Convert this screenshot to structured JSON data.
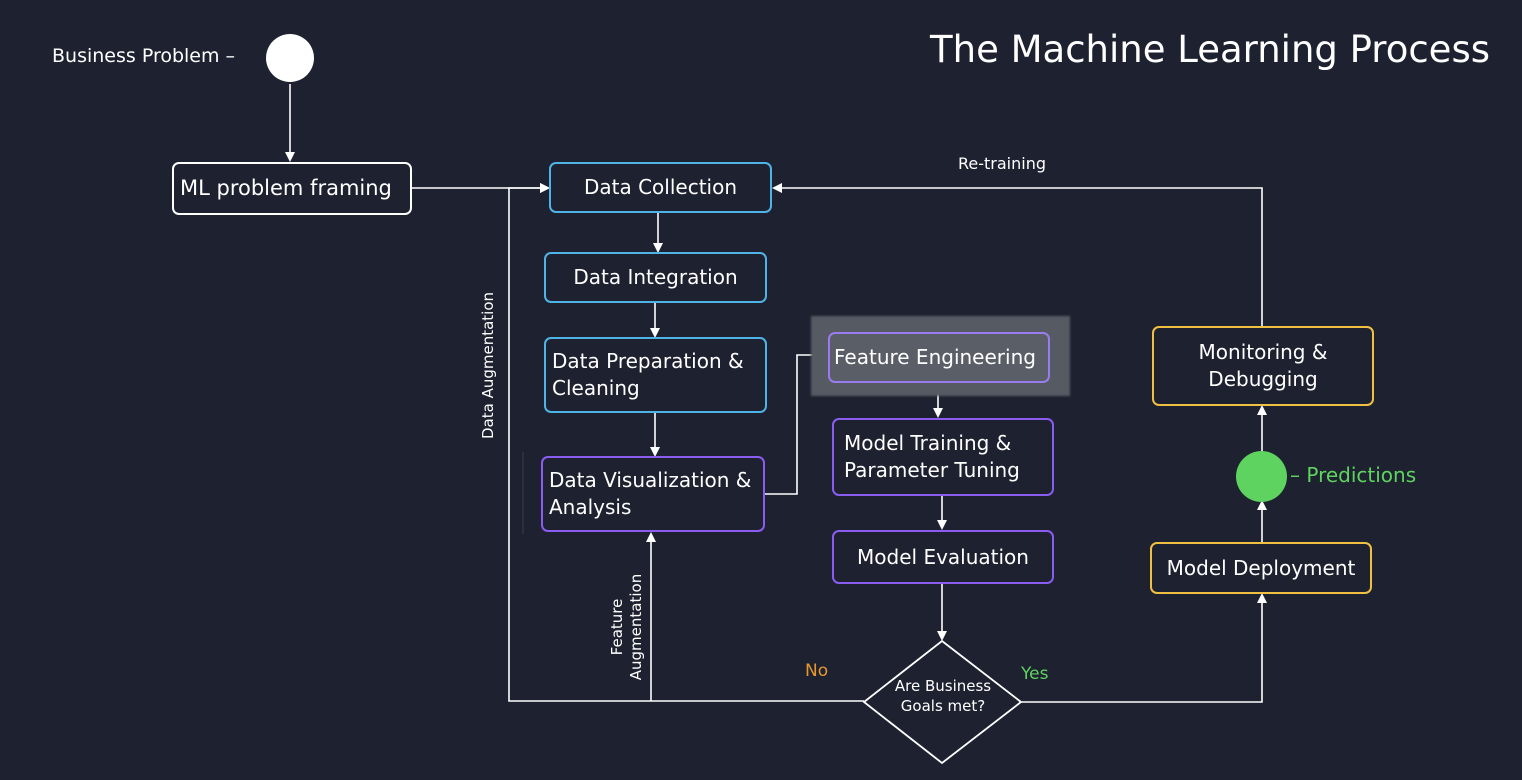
{
  "title": "The Machine Learning Process",
  "start": {
    "label": "Business Problem –"
  },
  "nodes": {
    "ml_problem_framing": "ML problem framing",
    "data_collection": "Data Collection",
    "data_integration": "Data Integration",
    "data_preparation_line1": "Data Preparation &",
    "data_preparation_line2": "Cleaning",
    "data_visualization_line1": "Data Visualization &",
    "data_visualization_line2": "Analysis",
    "feature_engineering": "Feature Engineering",
    "model_training_line1": "Model Training &",
    "model_training_line2": "Parameter Tuning",
    "model_evaluation": "Model Evaluation",
    "model_deployment": "Model Deployment",
    "monitoring_line1": "Monitoring &",
    "monitoring_line2": "Debugging"
  },
  "decision": {
    "line1": "Are Business",
    "line2": "Goals met?"
  },
  "edge_labels": {
    "retraining": "Re-training",
    "data_augmentation": "Data Augmentation",
    "feature_augmentation_line1": "Feature",
    "feature_augmentation_line2": "Augmentation",
    "no": "No",
    "yes": "Yes",
    "predictions": "– Predictions"
  },
  "colors": {
    "background": "#1e2230",
    "blue_border": "#4fb3e8",
    "purple_border": "#8a5cf0",
    "gold_border": "#f0c043",
    "predictions_green": "#5fd35f",
    "no_orange": "#e8982f",
    "yes_green": "#5fd35f"
  }
}
